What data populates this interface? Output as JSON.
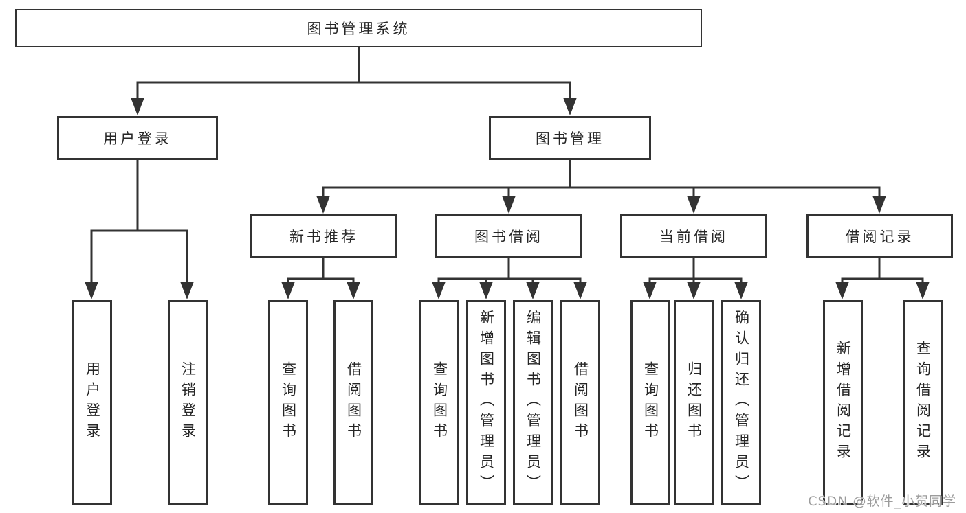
{
  "colors": {
    "line": "#333333",
    "box_border": "#333333",
    "box_background": "#ffffff",
    "text": "#262626",
    "watermark": "#9c9c9c"
  },
  "diagram": {
    "root": {
      "label": "图书管理系统"
    },
    "level2": [
      {
        "label": "用户登录"
      },
      {
        "label": "图书管理"
      }
    ],
    "level3": [
      {
        "label": "新书推荐"
      },
      {
        "label": "图书借阅"
      },
      {
        "label": "当前借阅"
      },
      {
        "label": "借阅记录"
      }
    ],
    "leaves": {
      "user_login": [
        {
          "label": "用户登录"
        },
        {
          "label": "注销登录"
        }
      ],
      "new_book_recommend": [
        {
          "label": "查询图书"
        },
        {
          "label": "借阅图书"
        }
      ],
      "book_borrow": [
        {
          "label": "查询图书"
        },
        {
          "label": "新增图书（管理员）"
        },
        {
          "label": "编辑图书（管理员）"
        },
        {
          "label": "借阅图书"
        }
      ],
      "current_borrow": [
        {
          "label": "查询图书"
        },
        {
          "label": "归还图书"
        },
        {
          "label": "确认归还（管理员）"
        }
      ],
      "borrow_record": [
        {
          "label": "新增借阅记录"
        },
        {
          "label": "查询借阅记录"
        }
      ]
    }
  },
  "watermark": {
    "text": "CSDN @软件_小贺同学"
  }
}
